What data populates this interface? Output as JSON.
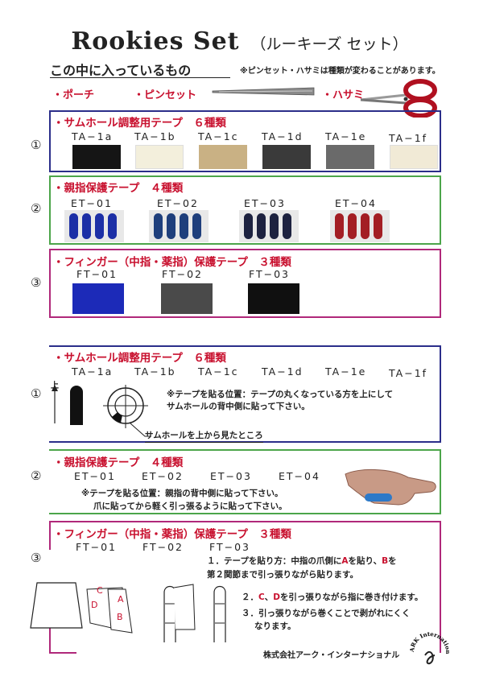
{
  "title": {
    "main": "Rookies Set",
    "sub": "（ルーキーズ セット）"
  },
  "contents": {
    "label": "この中に入っているもの",
    "note": "※ピンセット・ハサミは種類が変わることがあります。",
    "items": [
      "・ポーチ",
      "・ピンセット",
      "・ハサミ"
    ]
  },
  "sections_top": [
    {
      "number": "①",
      "header": "・サムホール調整用テープ　６種類",
      "codes": [
        "TA−1a",
        "TA−1b",
        "TA−1c",
        "TA−1d",
        "TA−1e",
        "TA−1f"
      ],
      "colors": [
        "#151515",
        "#f3efdc",
        "#c9b184",
        "#3a3a3a",
        "#6a6a6a",
        "#f1ead6"
      ]
    },
    {
      "number": "②",
      "header": "・親指保護テープ　４種類",
      "codes": [
        "ET−01",
        "ET−02",
        "ET−03",
        "ET−04"
      ],
      "colors": [
        "#1c2fa6",
        "#1f3f7c",
        "#1d2240",
        "#a31e24"
      ]
    },
    {
      "number": "③",
      "header": "・フィンガー（中指・薬指）保護テープ　３種類",
      "codes": [
        "FT−01",
        "FT−02",
        "FT−03"
      ],
      "colors": [
        "#1c2ab8",
        "#4a4a4a",
        "#101010"
      ]
    }
  ],
  "sections_bottom": [
    {
      "number": "①",
      "header": "・サムホール調整用テープ　６種類",
      "codes": [
        "TA−1a",
        "TA−1b",
        "TA−1c",
        "TA−1d",
        "TA−1e",
        "TA−1f"
      ],
      "up_label": "上",
      "note_line1": "※テープを貼る位置：テープの丸くなっている方を上にして",
      "note_line2": "サムホールの背中側に貼って下さい。",
      "diagram_caption": "サムホールを上から見たところ"
    },
    {
      "number": "②",
      "header": "・親指保護テープ　４種類",
      "codes": [
        "ET−01",
        "ET−02",
        "ET−03",
        "ET−04"
      ],
      "note_line1": "※テープを貼る位置：親指の背中側に貼って下さい。",
      "note_line2": "爪に貼ってから軽く引っ張るように貼って下さい。"
    },
    {
      "number": "③",
      "header": "・フィンガー（中指・薬指）保護テープ　３種類",
      "codes": [
        "FT−01",
        "FT−02",
        "FT−03"
      ],
      "step1_a": "１．テープを貼り方：中指の爪側に",
      "step1_A": "A",
      "step1_b": "を貼り、",
      "step1_B": "B",
      "step1_c": "を",
      "step1_line2": "第２関節まで引っ張りながら貼ります。",
      "step2_a": "２．",
      "step2_C": "C",
      "step2_b": "、",
      "step2_D": "D",
      "step2_c": "を引っ張りながら指に巻き付けます。",
      "step3_line1": "３．引っ張りながら巻くことで剥がれにくく",
      "step3_line2": "なります。",
      "diagram_labels": [
        "C",
        "A",
        "D",
        "B"
      ]
    }
  ],
  "footer": {
    "company": "株式会社アーク・インターナショナル",
    "logo_text": "ARK International"
  }
}
